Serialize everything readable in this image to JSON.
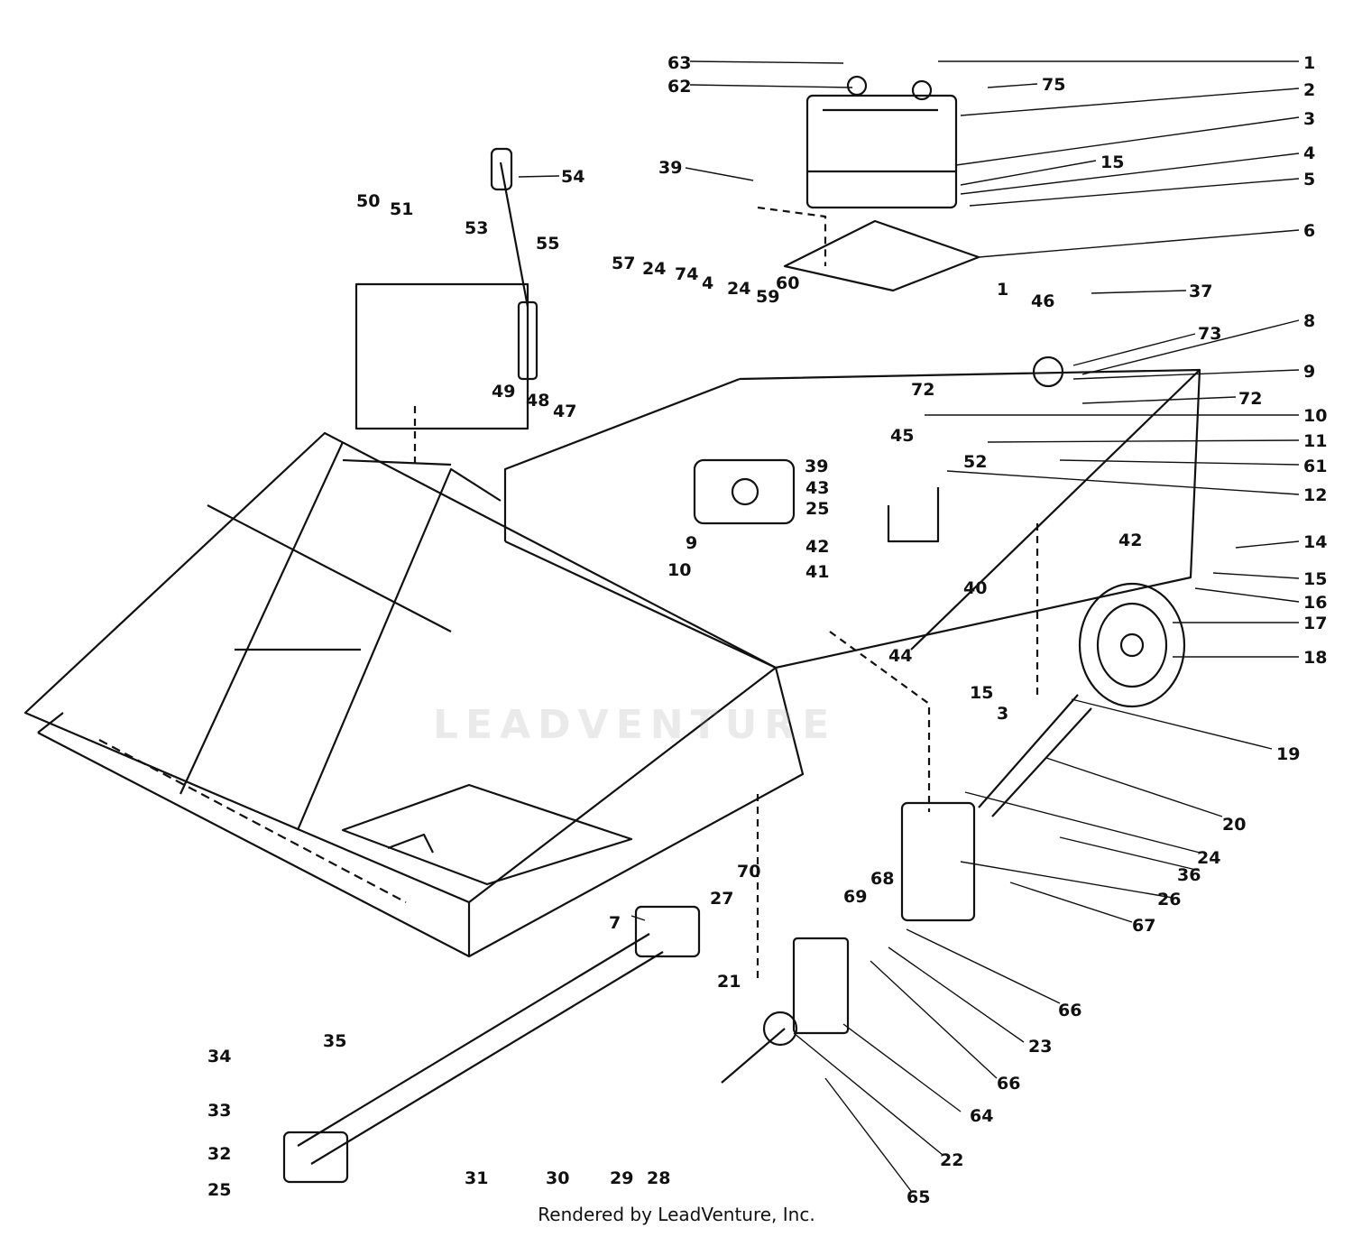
{
  "footer": {
    "credit": "Rendered by LeadVenture, Inc."
  },
  "watermark": {
    "text": "LEADVENTURE"
  },
  "colors": {
    "ink": "#111111",
    "paper": "#ffffff"
  },
  "callouts": [
    "63",
    "62",
    "1",
    "75",
    "2",
    "3",
    "15",
    "4",
    "5",
    "39",
    "6",
    "54",
    "50",
    "51",
    "53",
    "55",
    "57",
    "24",
    "74",
    "4",
    "24",
    "59",
    "60",
    "1",
    "46",
    "37",
    "73",
    "8",
    "49",
    "48",
    "47",
    "72",
    "72",
    "9",
    "10",
    "45",
    "11",
    "52",
    "61",
    "12",
    "39",
    "43",
    "25",
    "9",
    "10",
    "42",
    "41",
    "44",
    "42",
    "14",
    "15",
    "16",
    "17",
    "18",
    "40",
    "15",
    "3",
    "19",
    "20",
    "24",
    "36",
    "26",
    "67",
    "69",
    "68",
    "70",
    "27",
    "7",
    "21",
    "28",
    "29",
    "30",
    "31",
    "34",
    "35",
    "33",
    "32",
    "25",
    "64",
    "22",
    "65",
    "66",
    "23",
    "66"
  ]
}
